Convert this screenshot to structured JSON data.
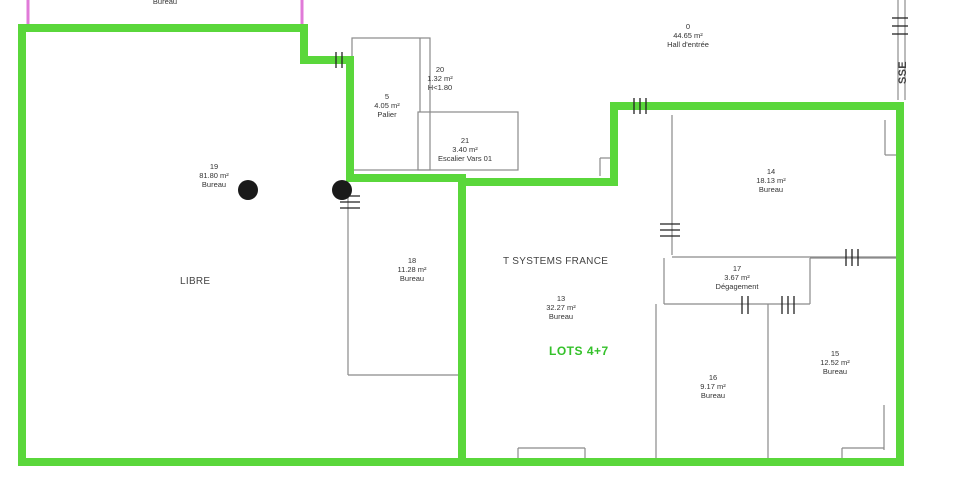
{
  "colors": {
    "lot_boundary": "#5ad73b",
    "walls": "#888888",
    "neighbor_boundary": "#e07ad8",
    "markers": "#1a1a1a"
  },
  "rooms": {
    "top_neighbor": {
      "type": "Bureau"
    },
    "r0": {
      "num": "0",
      "area": "44.65 m²",
      "type": "Hall d'entrée"
    },
    "r5": {
      "num": "5",
      "area": "4.05 m²",
      "type": "Palier"
    },
    "r20": {
      "num": "20",
      "area": "1.32 m²",
      "type": "H<1.80"
    },
    "r21": {
      "num": "21",
      "area": "3.40 m²",
      "type": "Escalier Vars 01"
    },
    "r19": {
      "num": "19",
      "area": "81.80 m²",
      "type": "Bureau"
    },
    "r14": {
      "num": "14",
      "area": "18.13 m²",
      "type": "Bureau"
    },
    "r18": {
      "num": "18",
      "area": "11.28 m²",
      "type": "Bureau"
    },
    "r17": {
      "num": "17",
      "area": "3.67 m²",
      "type": "Dégagement"
    },
    "r13": {
      "num": "13",
      "area": "32.27 m²",
      "type": "Bureau"
    },
    "r16": {
      "num": "16",
      "area": "9.17 m²",
      "type": "Bureau"
    },
    "r15": {
      "num": "15",
      "area": "12.52 m²",
      "type": "Bureau"
    }
  },
  "labels": {
    "libre": "LIBRE",
    "tenant": "T SYSTEMS FRANCE",
    "lots": "LOTS 4+7",
    "street": "SSE"
  }
}
